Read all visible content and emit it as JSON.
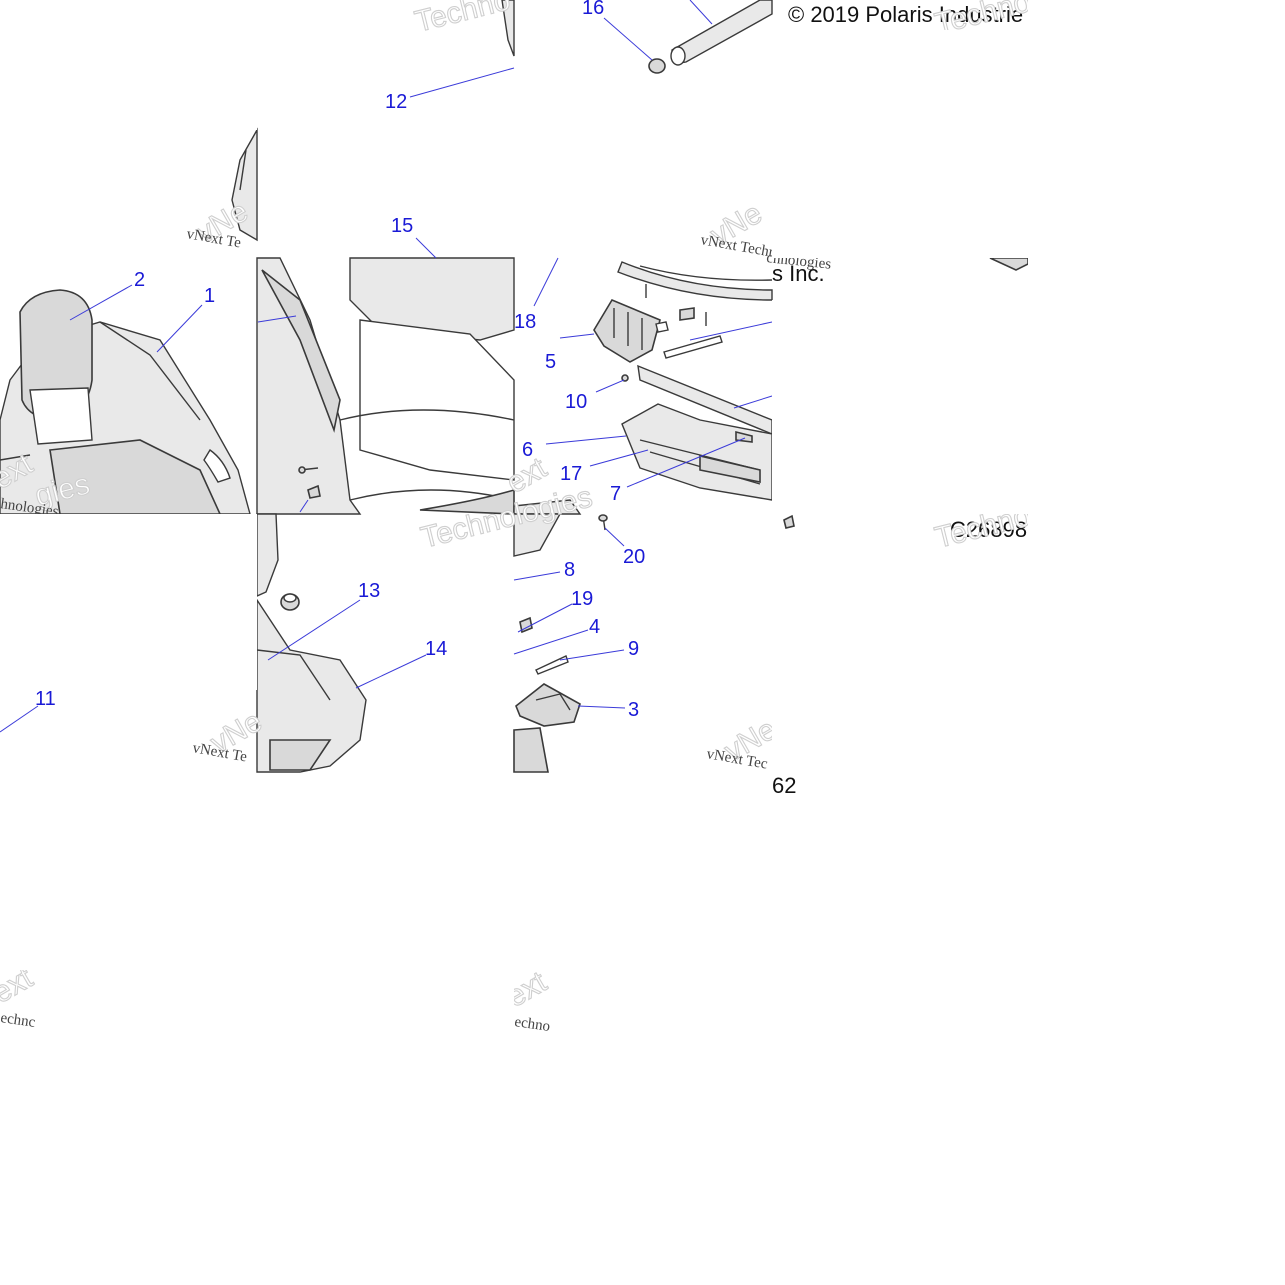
{
  "copyright": "© 2019 Polaris Industrie",
  "copyright_tail": "s Inc.",
  "drawing_number": "C26898",
  "page_fragment": "62",
  "watermark": {
    "brand_large": "Techno",
    "brand_large_alt": "vNext",
    "brand_small": "vNext Technologies",
    "frag_text": "Technologies",
    "frag_ext": "ext",
    "frag_gies": "gies",
    "frag_hnologies": "hnologies",
    "frag_echno": "echno",
    "frag_echnc": "echnc",
    "frag_vne": "vNe",
    "frag_vnext_te": "vNext Te",
    "frag_vnext_tec": "vNext Tec",
    "frag_vnext_tech": "vNext Techn",
    "frag_nologies_g": "chnologies"
  },
  "callouts": [
    "1",
    "2",
    "3",
    "4",
    "5",
    "6",
    "7",
    "8",
    "9",
    "10",
    "11",
    "12",
    "13",
    "14",
    "15",
    "16",
    "17",
    "18",
    "19",
    "20"
  ]
}
